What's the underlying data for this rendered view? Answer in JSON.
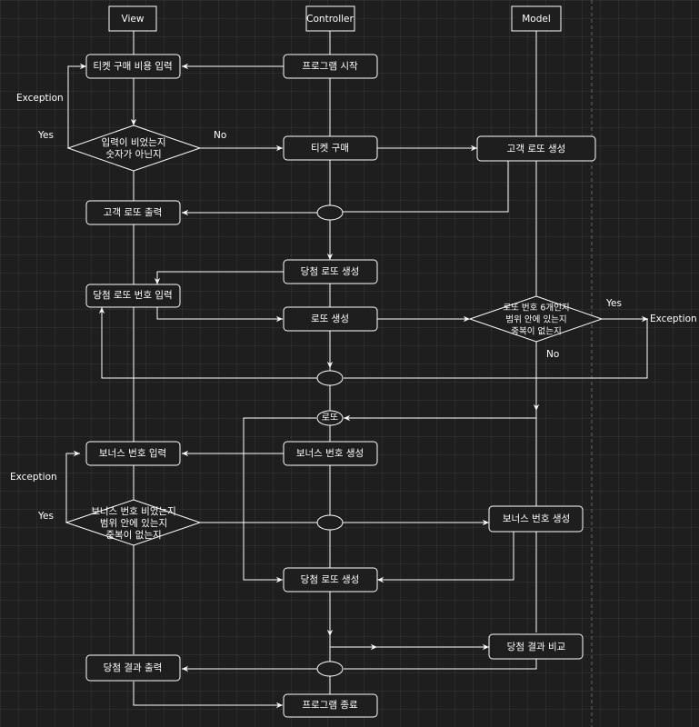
{
  "lanes": {
    "view": "View",
    "controller": "Controller",
    "model": "Model"
  },
  "nodes": {
    "ticket_input": "티켓 구매 비용 입력",
    "program_start": "프로그램 시작",
    "ticket_check_1": "입력이 비었는지",
    "ticket_check_2": "숫자가 아닌지",
    "ticket_buy": "티켓 구매",
    "customer_lotto_gen": "고객 로또 생성",
    "customer_lotto_print": "고객 로또 출력",
    "winning_lotto_gen_1": "당첨 로또 생성",
    "winning_number_input": "당첨 로또 번호 입력",
    "lotto_gen": "로또 생성",
    "lotto_check_1": "로또 번호 6개인지",
    "lotto_check_2": "범위 안에 있는지",
    "lotto_check_3": "중복이 없는지",
    "lotto_junction": "로또",
    "bonus_input": "보너스 번호 입력",
    "bonus_gen_controller": "보너스 번호 생성",
    "bonus_check_1": "보너스 번호 비었는지",
    "bonus_check_2": "범위 안에 있는지",
    "bonus_check_3": "중복이 없는지",
    "bonus_gen_model": "보너스 번호 생성",
    "winning_lotto_gen_2": "당첨 로또 생성",
    "compare_result": "당첨 결과 비교",
    "result_print": "당첨 결과 출력",
    "program_end": "프로그램 종료"
  },
  "labels": {
    "exception_1": "Exception",
    "yes_1": "Yes",
    "no_1": "No",
    "yes_2": "Yes",
    "exception_2": "Exception",
    "no_2": "No",
    "exception_3": "Exception",
    "yes_3": "Yes"
  },
  "colors": {
    "background": "#1e1e1e",
    "stroke": "#ffffff",
    "text": "#ffffff"
  }
}
